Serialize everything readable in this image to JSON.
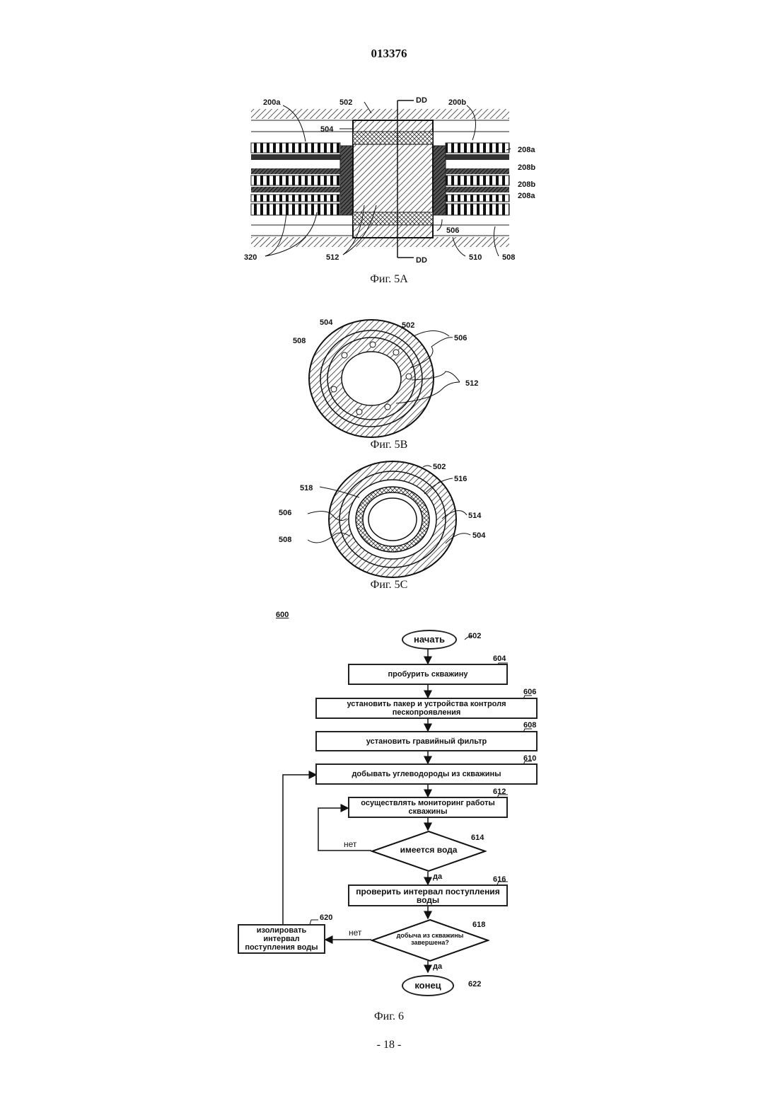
{
  "header": {
    "doc_number": "013376"
  },
  "fig5a": {
    "caption": "Фиг. 5A",
    "labels": {
      "l200a": "200a",
      "l502": "502",
      "dd_top": "DD",
      "l200b": "200b",
      "l504": "504",
      "l208a_1": "208a",
      "l208b_1": "208b",
      "l208b_2": "208b",
      "l208a_2": "208a",
      "l506": "506",
      "l320": "320",
      "l512": "512",
      "dd_bottom": "DD",
      "l510": "510",
      "l508": "508"
    }
  },
  "fig5b": {
    "caption": "Фиг. 5B",
    "labels": {
      "l504": "504",
      "l502": "502",
      "l508": "508",
      "l506": "506",
      "l512": "512"
    }
  },
  "fig5c": {
    "caption": "Фиг. 5C",
    "labels": {
      "l502": "502",
      "l516": "516",
      "l518": "518",
      "l506": "506",
      "l514": "514",
      "l508": "508",
      "l504": "504"
    }
  },
  "fig6": {
    "caption": "Фиг. 6",
    "ref_600": "600",
    "start": "начать",
    "ref_602": "602",
    "drill": "пробурить скважину",
    "ref_604": "604",
    "packer": "установить пакер и устройства контроля пескопроявления",
    "ref_606": "606",
    "gravel": "установить гравийный фильтр",
    "ref_608": "608",
    "produce": "добывать углеводороды из скважины",
    "ref_610": "610",
    "monitor": "осуществлять мониторинг работы скважины",
    "ref_612": "612",
    "water_q": "имеется вода",
    "ref_614": "614",
    "no_1": "нет",
    "yes_1": "да",
    "check": "проверить интервал поступления воды",
    "ref_616": "616",
    "done_q": "добыча из скважины завершена?",
    "ref_618": "618",
    "no_2": "нет",
    "yes_2": "да",
    "isolate": "изолировать интервал поступления воды",
    "ref_620": "620",
    "end": "конец",
    "ref_622": "622"
  },
  "footer": {
    "page": "- 18 -"
  }
}
